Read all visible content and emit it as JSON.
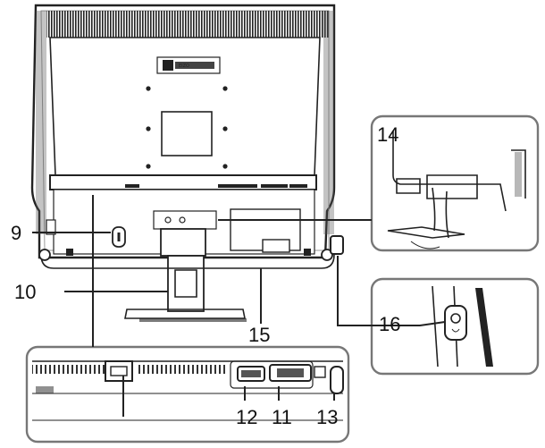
{
  "figure": {
    "callouts": {
      "c9": "9",
      "c10": "10",
      "c11": "11",
      "c12": "12",
      "c13": "13",
      "c14": "14",
      "c15": "15",
      "c16": "16"
    },
    "logo_text": "EIZO"
  }
}
